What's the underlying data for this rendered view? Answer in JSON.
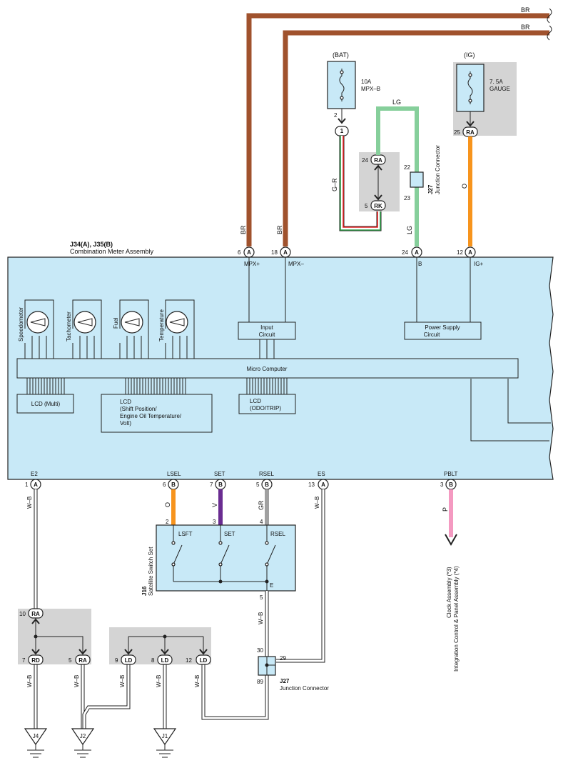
{
  "colors": {
    "wire_br": "#a0522d",
    "wire_lg": "#86cf9b",
    "wire_o": "#f7941d",
    "wire_v": "#6a2c91",
    "wire_gr": "#a0a0a0",
    "wire_p": "#f49ac1",
    "wire_wb": "#222222",
    "wire_g": "#2e9b47",
    "wire_r": "#e02020",
    "component_fill": "#c8e9f7",
    "shade_fill": "#d4d4d4"
  },
  "top_wires": {
    "br_top": "BR",
    "br_second": "BR"
  },
  "fuses": {
    "bat": {
      "source": "(BAT)",
      "rating": "10A",
      "name": "MPX–B",
      "pin": "2",
      "conn_pin": "1"
    },
    "ig": {
      "source": "(IG)",
      "rating": "7. 5A",
      "name": "GAUGE",
      "pin": "25",
      "conn": "RA"
    }
  },
  "upper_wires": {
    "lg_top": "LG",
    "g_r": "G–R",
    "lg_vertical": "LG",
    "o_vertical": "O",
    "br_left": "BR",
    "br_right": "BR"
  },
  "upper_connector": {
    "top_pin": "24",
    "top_conn": "RA",
    "bottom_pin": "5",
    "bottom_conn": "RK"
  },
  "junction_upper": {
    "id": "J27",
    "name": "Junction Connector",
    "pin_top": "22",
    "pin_bottom": "23"
  },
  "meter": {
    "id": "J34(A), J35(B)",
    "name": "Combination Meter Assembly",
    "top_pins": [
      {
        "num": "6",
        "conn": "A",
        "label": "MPX+"
      },
      {
        "num": "18",
        "conn": "A",
        "label": "MPX–"
      },
      {
        "num": "24",
        "conn": "A",
        "label": "B"
      },
      {
        "num": "12",
        "conn": "A",
        "label": "IG+"
      }
    ],
    "gauges": [
      "Speedometer",
      "Tachometer",
      "Fuel",
      "Temperature"
    ],
    "input_circuit": {
      "line1": "Input",
      "line2": "Circuit"
    },
    "power_supply": {
      "line1": "Power Supply",
      "line2": "Circuit"
    },
    "micro_computer": "Micro Computer",
    "lcd_multi": "LCD (Multi)",
    "lcd_shift": {
      "line1": "LCD",
      "line2": "(Shift Position/",
      "line3": "Engine Oil Temperature/",
      "line4": "Volt)"
    },
    "lcd_odo": {
      "line1": "LCD",
      "line2": "(ODO/TRIP)"
    },
    "bottom_pins": [
      {
        "label": "E2",
        "num": "1",
        "conn": "A"
      },
      {
        "label": "LSEL",
        "num": "6",
        "conn": "B"
      },
      {
        "label": "SET",
        "num": "7",
        "conn": "B"
      },
      {
        "label": "RSEL",
        "num": "5",
        "conn": "B"
      },
      {
        "label": "ES",
        "num": "13",
        "conn": "A"
      },
      {
        "label": "PBLT",
        "num": "3",
        "conn": "B"
      }
    ]
  },
  "lower_wires": {
    "e2": "W–B",
    "lsel": "O",
    "set": "V",
    "rsel": "GR",
    "es": "W–B",
    "pblt": "P",
    "sw_out": "W–B",
    "rd": "W–B",
    "ra": "W–B",
    "ld9": "W–B",
    "ld8": "W–B",
    "ld12": "W–B"
  },
  "switch": {
    "id": "J16",
    "name": "Satellite Switch Set",
    "pins": [
      "2",
      "3",
      "4"
    ],
    "labels": [
      "LSFT",
      "SET",
      "RSEL"
    ],
    "ground_label": "E",
    "out_pin": "5"
  },
  "clock_note": {
    "line1": "Clock Assembly (*3)",
    "line2": "Integration Control & Panel Assembly (*4)"
  },
  "splice_left": {
    "in_num": "10",
    "in_conn": "RA",
    "out": [
      {
        "num": "7",
        "conn": "RD"
      },
      {
        "num": "5",
        "conn": "RA"
      }
    ]
  },
  "splice_mid": {
    "out": [
      {
        "num": "9",
        "conn": "LD"
      },
      {
        "num": "8",
        "conn": "LD"
      },
      {
        "num": "12",
        "conn": "LD"
      }
    ]
  },
  "junction_lower": {
    "id": "J27",
    "name": "Junction Connector",
    "pin_top": "30",
    "pin_right": "29",
    "pin_bottom": "89"
  },
  "grounds": [
    "J4",
    "J2",
    "J1"
  ]
}
